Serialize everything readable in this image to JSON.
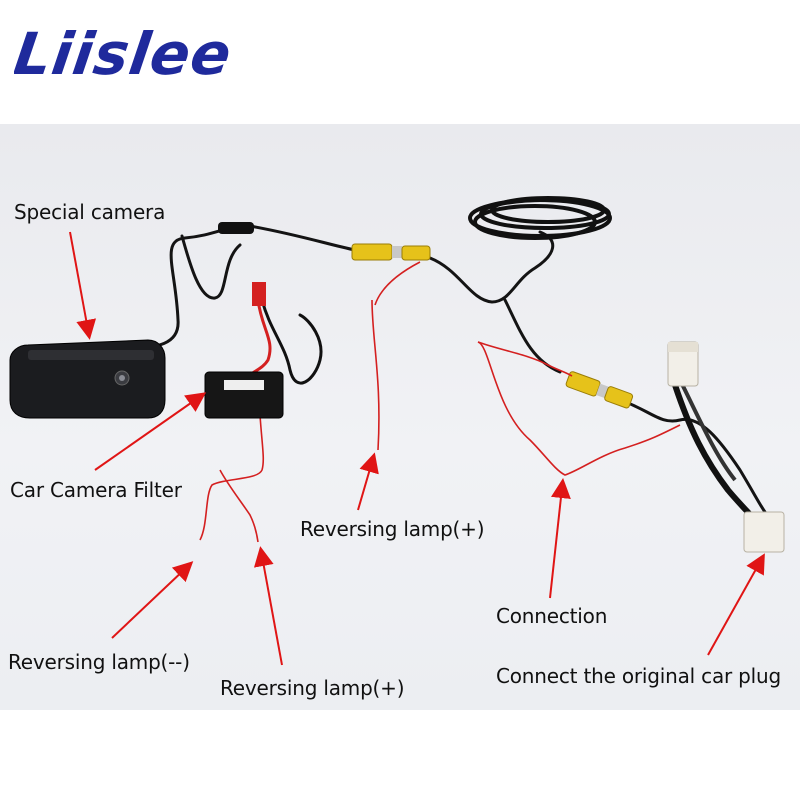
{
  "brand": {
    "name": "Liislee",
    "color": "#1f2a9c"
  },
  "labels": {
    "special_camera": "Special camera",
    "car_camera_filter": "Car Camera Filter",
    "reversing_lamp_plus_center": "Reversing lamp(+)",
    "reversing_lamp_minus": "Reversing lamp(--)",
    "reversing_lamp_plus_bottom": "Reversing lamp(+)",
    "connection": "Connection",
    "connect_original_plug": "Connect the original car plug"
  },
  "colors": {
    "arrow": "#e01515",
    "cable": "#141414",
    "red_wire": "#d42020",
    "rca_yellow": "#e6c21a",
    "filter_box": "#161616",
    "connector_white": "#f2efe8"
  }
}
